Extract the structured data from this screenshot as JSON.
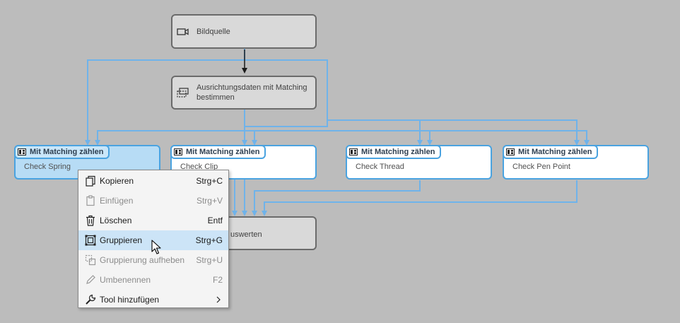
{
  "nodes": {
    "image_source": "Bildquelle",
    "alignment": "Ausrichtungsdaten mit Matching bestimmen",
    "evaluate": "Auswerten",
    "evaluate_visible": "uswerten"
  },
  "tools": [
    {
      "tag": "Mit Matching zählen",
      "name": "Check Spring"
    },
    {
      "tag": "Mit Matching zählen",
      "name": "Check Clip"
    },
    {
      "tag": "Mit Matching zählen",
      "name": "Check Thread"
    },
    {
      "tag": "Mit Matching zählen",
      "name": "Check Pen Point"
    }
  ],
  "context_menu": {
    "items": [
      {
        "label": "Kopieren",
        "shortcut": "Strg+C",
        "icon": "copy-icon",
        "enabled": true
      },
      {
        "label": "Einfügen",
        "shortcut": "Strg+V",
        "icon": "paste-icon",
        "enabled": false
      },
      {
        "label": "Löschen",
        "shortcut": "Entf",
        "icon": "trash-icon",
        "enabled": true
      },
      {
        "label": "Gruppieren",
        "shortcut": "Strg+G",
        "icon": "group-icon",
        "enabled": true,
        "hovered": true
      },
      {
        "label": "Gruppierung aufheben",
        "shortcut": "Strg+U",
        "icon": "ungroup-icon",
        "enabled": false
      },
      {
        "label": "Umbenennen",
        "shortcut": "F2",
        "icon": "pencil-icon",
        "enabled": false
      },
      {
        "label": "Tool hinzufügen",
        "shortcut": "",
        "icon": "wrench-icon",
        "enabled": true,
        "submenu": true
      }
    ]
  },
  "colors": {
    "canvas": "#bcbcbc",
    "wire": "#6fb3ea",
    "tool_border": "#4aa3e0",
    "selected_fill": "#b7dcf5",
    "menu_hover": "#cce4f7"
  }
}
